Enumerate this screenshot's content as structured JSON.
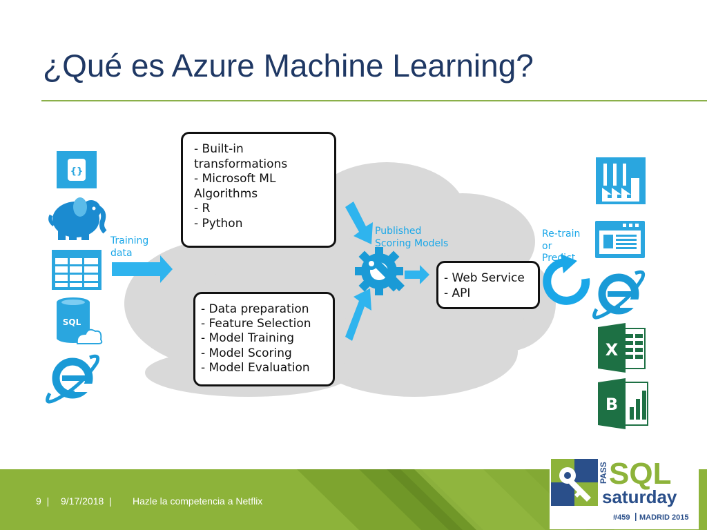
{
  "slide": {
    "title": "¿Qué es Azure Machine Learning?"
  },
  "diagram": {
    "training_label": [
      "Training",
      "data"
    ],
    "published_label": [
      "Published",
      "Scoring Models"
    ],
    "retrain_label": [
      "Re-train",
      "or",
      "Predict"
    ],
    "box_builtin": [
      "- Built-in",
      "transformations",
      "- Microsoft ML",
      "Algorithms",
      "- R",
      "- Python"
    ],
    "box_pipeline": [
      "- Data preparation",
      "- Feature Selection",
      "- Model Training",
      "- Model Scoring",
      "- Model Evaluation"
    ],
    "box_service": [
      "- Web Service",
      "- API"
    ],
    "sql_icon_text": "SQL",
    "accent_color": "#1aa7e8",
    "icons_left": [
      "storage-icon",
      "hadoop-elephant-icon",
      "table-icon",
      "sql-database-icon",
      "internet-explorer-icon"
    ],
    "icons_right": [
      "factory-icon",
      "web-app-icon",
      "internet-explorer-icon",
      "excel-icon",
      "bi-icon"
    ]
  },
  "footer": {
    "page": "9",
    "sep1": "|",
    "date": "9/17/2018",
    "sep2": "|",
    "talk": "Hazle la competencia a Netflix"
  },
  "logo": {
    "pass": "PASS",
    "sql": "SQL",
    "saturday": "saturday",
    "event": "#459",
    "city": "MADRID 2015"
  }
}
